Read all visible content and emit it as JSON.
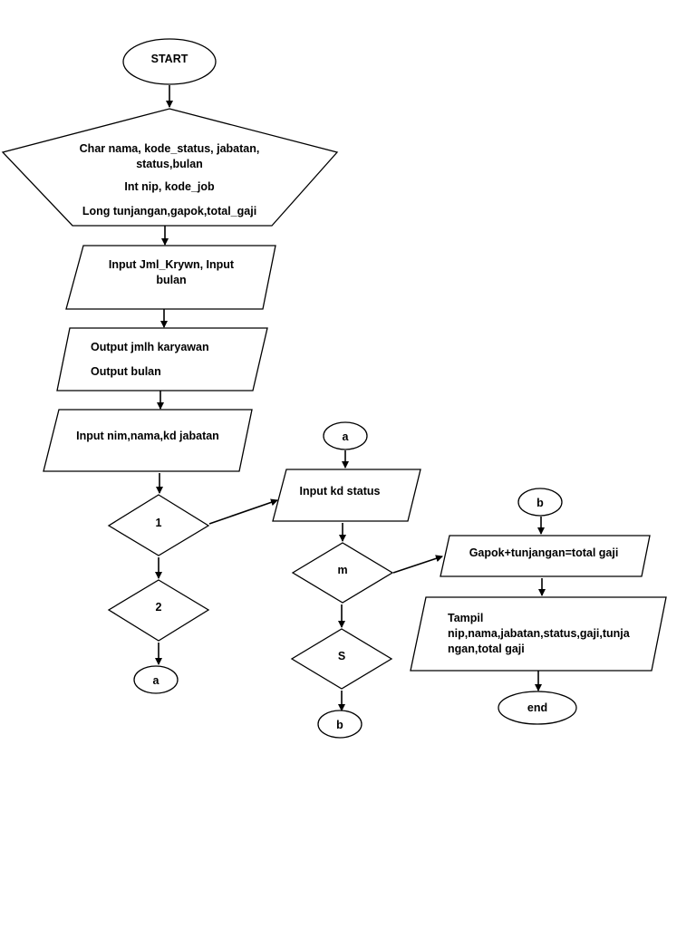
{
  "start": "START",
  "declarations": {
    "line1": "Char nama, kode_status, jabatan,",
    "line2": "status,bulan",
    "line3": "Int nip, kode_job",
    "line4": "Long tunjangan,gapok,total_gaji"
  },
  "input_jml": {
    "line1": "Input Jml_Krywn, Input",
    "line2": "bulan"
  },
  "output_jml": {
    "line1": "Output jmlh karyawan",
    "line2": "Output bulan"
  },
  "input_nim": "Input nim,nama,kd jabatan",
  "decision_1": "1",
  "decision_2": "2",
  "connector_a_out": "a",
  "connector_a_in": "a",
  "input_status": "Input kd status",
  "decision_m": "m",
  "decision_s": "S",
  "connector_b_out": "b",
  "connector_b_in": "b",
  "process_total": "Gapok+tunjangan=total gaji",
  "tampil": {
    "line1": "Tampil",
    "line2": "nip,nama,jabatan,status,gaji,tunja",
    "line3": "ngan,total gaji"
  },
  "end": "end"
}
